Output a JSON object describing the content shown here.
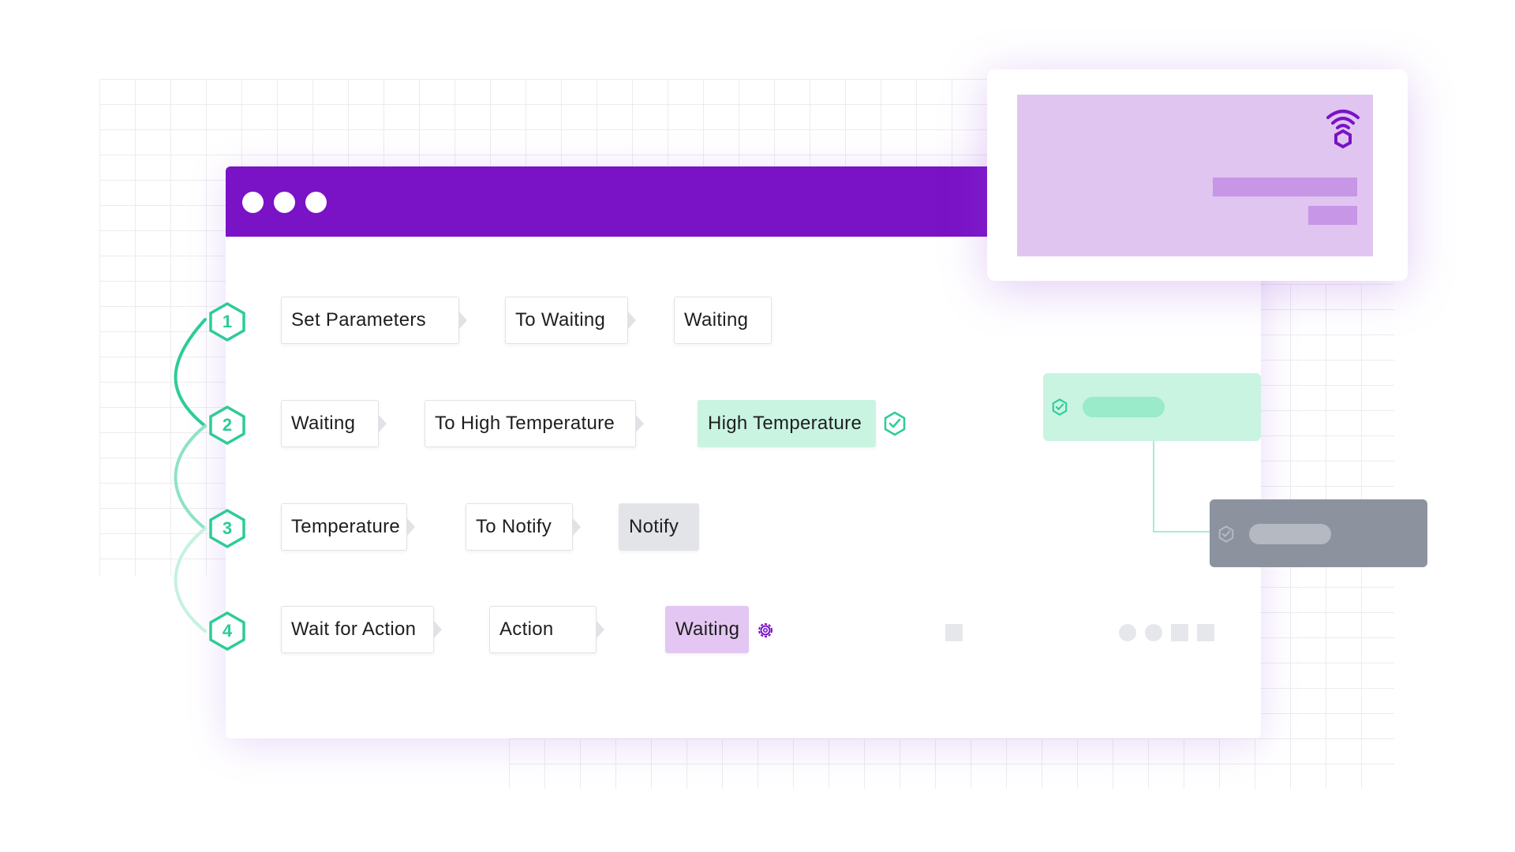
{
  "steps": [
    {
      "number": "1",
      "stages": [
        {
          "label": "Set Parameters",
          "style": "plain"
        },
        {
          "label": "To Waiting",
          "style": "plain"
        },
        {
          "label": "Waiting",
          "style": "plain"
        }
      ]
    },
    {
      "number": "2",
      "stages": [
        {
          "label": "Waiting",
          "style": "plain"
        },
        {
          "label": "To High Temperature",
          "style": "plain"
        },
        {
          "label": "High Temperature",
          "style": "green",
          "status_icon": "shield-check-icon"
        }
      ]
    },
    {
      "number": "3",
      "stages": [
        {
          "label": "Temperature",
          "style": "plain"
        },
        {
          "label": "To Notify",
          "style": "plain"
        },
        {
          "label": "Notify",
          "style": "gray"
        }
      ]
    },
    {
      "number": "4",
      "stages": [
        {
          "label": "Wait for Action",
          "style": "plain"
        },
        {
          "label": "Action",
          "style": "plain"
        },
        {
          "label": "Waiting",
          "style": "purple",
          "status_icon": "gear-icon"
        }
      ]
    }
  ],
  "overlay_card": {
    "icon": "wireless-hexagon-icon"
  },
  "status_cards": [
    {
      "icon": "shield-check-icon",
      "color": "#c9f4e2"
    },
    {
      "icon": "shield-check-icon",
      "color": "#8c939f"
    }
  ],
  "colors": {
    "accent": "#7a12c6",
    "success": "#2dcc97",
    "success_bg": "#c9f4e2",
    "highlight_bg": "#e3c7f2"
  }
}
